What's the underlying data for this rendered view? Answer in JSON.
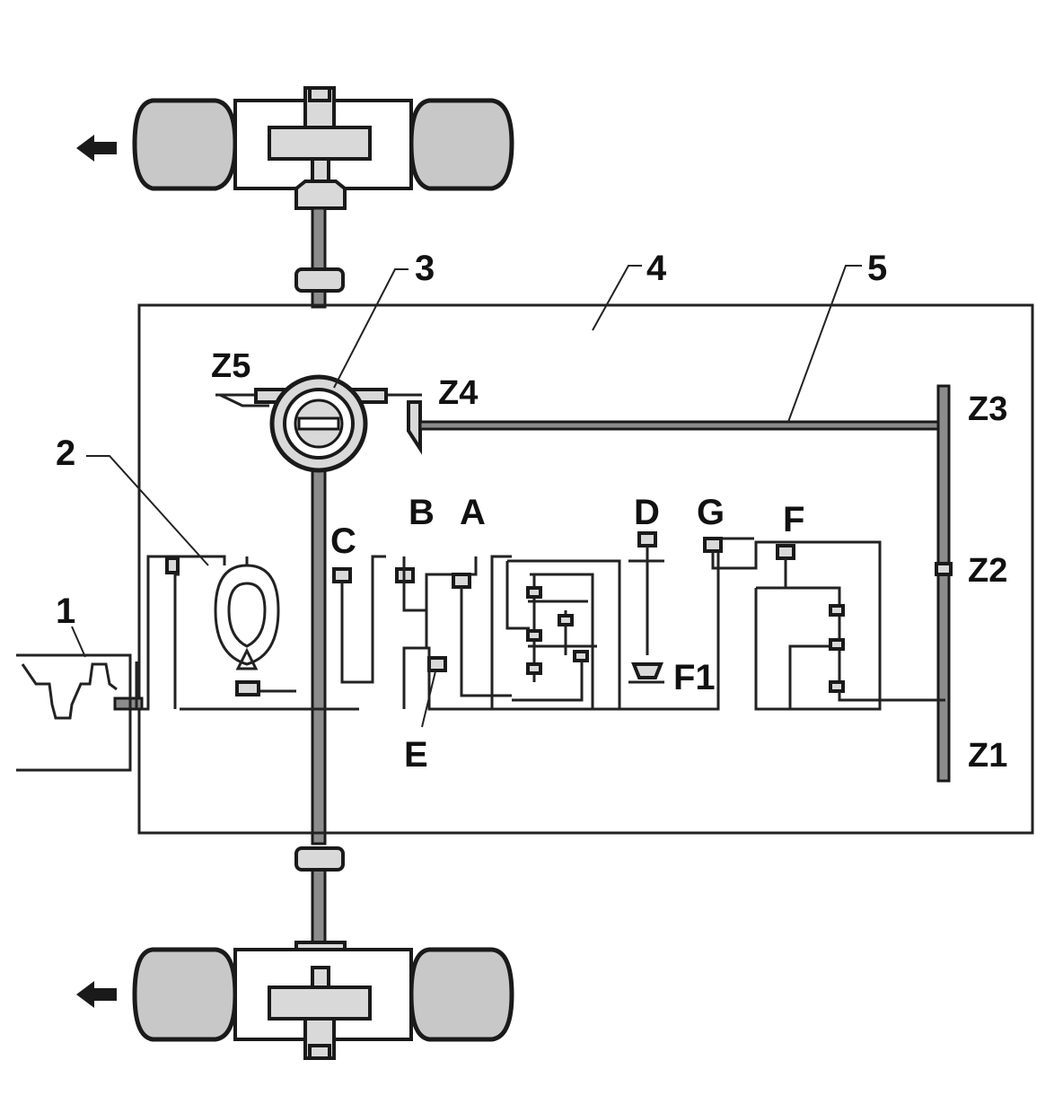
{
  "labels": {
    "engine": "1",
    "torque_converter": "2",
    "differential": "3",
    "housing": "4",
    "intermediate_shaft": "5",
    "gear_z1": "Z1",
    "gear_z2": "Z2",
    "gear_z3": "Z3",
    "gear_z4": "Z4",
    "gear_z5": "Z5",
    "clutch_a": "A",
    "clutch_b": "B",
    "clutch_c": "C",
    "clutch_d": "D",
    "clutch_e": "E",
    "clutch_f": "F",
    "clutch_g": "G",
    "freewheel_f1": "F1"
  },
  "colors": {
    "line": "#222222",
    "tire_fill": "#c8c8c8",
    "part_fill": "#d9d9d9",
    "shaft_fill": "#8c8c8c",
    "background": "#ffffff"
  },
  "icons": {
    "direction_arrow": "arrow-left-icon"
  }
}
